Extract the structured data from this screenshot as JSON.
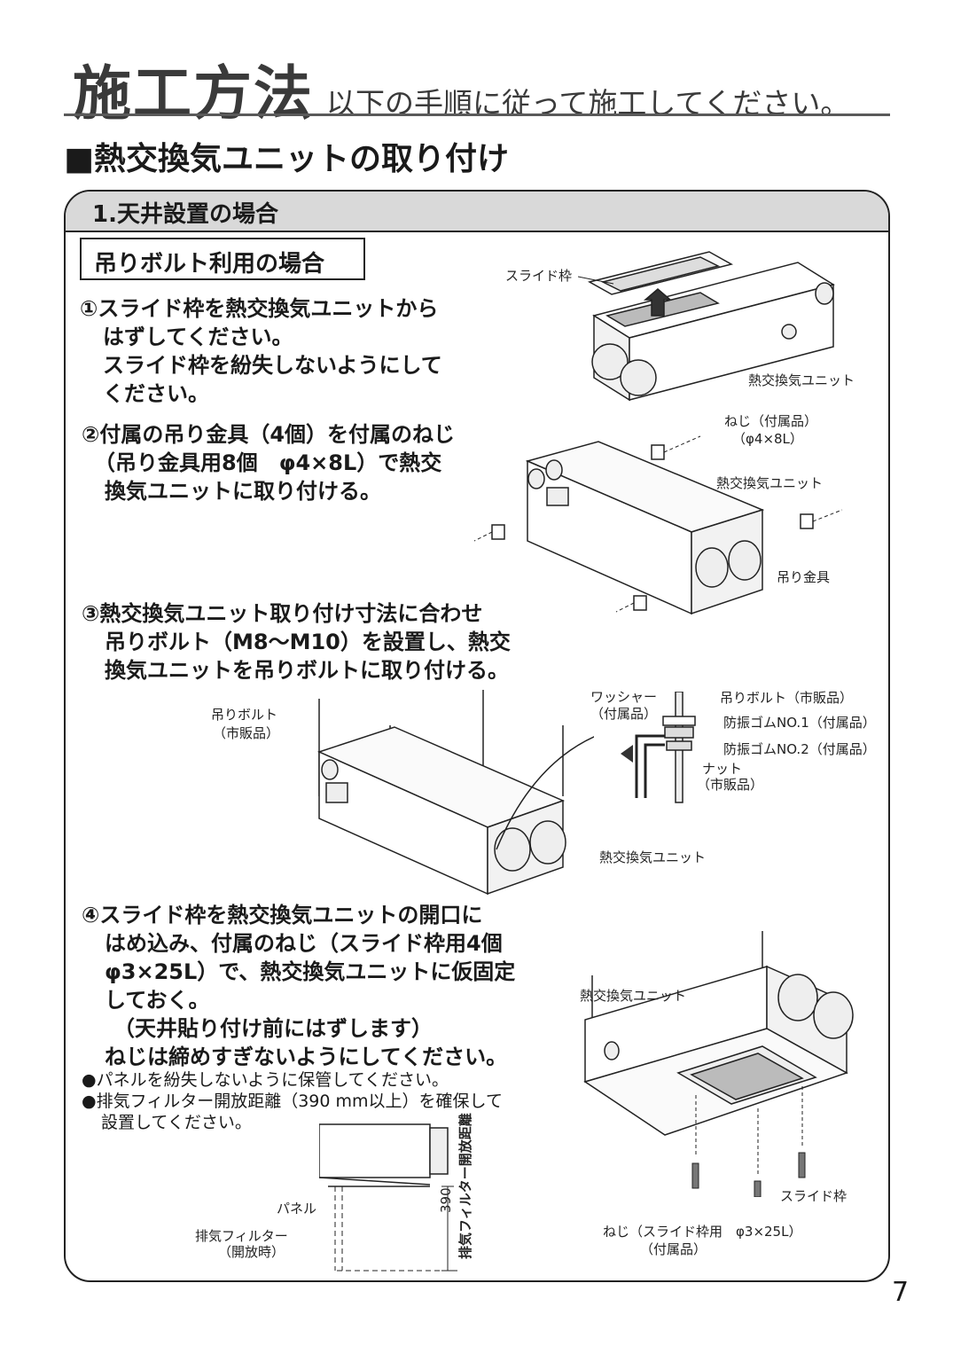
{
  "header": {
    "title": "施工方法",
    "subtitle": "以下の手順に従って施工してください。"
  },
  "section": {
    "heading": "■熱交換気ユニットの取り付け"
  },
  "box": {
    "title": "1.天井設置の場合",
    "sub_case": "吊りボルト利用の場合"
  },
  "steps": [
    {
      "lines": [
        "①スライド枠を熱交換気ユニットから",
        "はずしてください。",
        "スライド枠を紛失しないようにして",
        "ください。"
      ]
    },
    {
      "lines": [
        "②付属の吊り金具（4個）を付属のねじ",
        "（吊り金具用8個　φ4×8L）で熱交",
        "換気ユニットに取り付ける。"
      ]
    },
    {
      "lines": [
        "③熱交換気ユニット取り付け寸法に合わせ",
        "吊りボルト（M8〜M10）を設置し、熱交",
        "換気ユニットを吊りボルトに取り付ける。"
      ]
    },
    {
      "lines": [
        "④スライド枠を熱交換気ユニットの開口に",
        "はめ込み、付属のねじ（スライド枠用4個",
        "φ3×25L）で、熱交換気ユニットに仮固定",
        "しておく。",
        "（天井貼り付け前にはずします）",
        "ねじは締めすぎないようにしてください。"
      ]
    }
  ],
  "notes": [
    "●パネルを紛失しないように保管してください。",
    "●排気フィルター開放距離（390 mm以上）を確保して",
    "設置してください。"
  ],
  "figure1": {
    "label_slide_frame": "スライド枠",
    "label_unit": "熱交換気ユニット"
  },
  "figure2": {
    "label_screw": "ねじ（付属品）",
    "label_screw_size": "（φ4×8L）",
    "label_unit": "熱交換気ユニット",
    "label_bracket": "吊り金具"
  },
  "figure3": {
    "label_bolt": "吊りボルト",
    "label_bolt_sold": "（市販品）",
    "label_washer": "ワッシャー",
    "label_washer_acc": "（付属品）",
    "label_bolt_right": "吊りボルト（市販品）",
    "label_rubber1": "防振ゴムNO.1（付属品）",
    "label_rubber2": "防振ゴムNO.2（付属品）",
    "label_nut": "ナット",
    "label_nut_sold": "（市販品）",
    "label_unit": "熱交換気ユニット"
  },
  "figure4": {
    "label_unit": "熱交換気ユニット",
    "label_slide_frame": "スライド枠",
    "label_screw": "ねじ（スライド枠用　φ3×25L）",
    "label_screw_acc": "（付属品）"
  },
  "figure5": {
    "label_panel": "パネル",
    "label_filter": "排気フィルター",
    "label_filter_open": "（開放時）",
    "dimension_value": "390",
    "dimension_label": "排気フィルター開放距離"
  },
  "page_number": "7",
  "colors": {
    "text": "#1a1a1a",
    "header_band": "#d9d9d9",
    "rule": "#5a5a5a"
  }
}
